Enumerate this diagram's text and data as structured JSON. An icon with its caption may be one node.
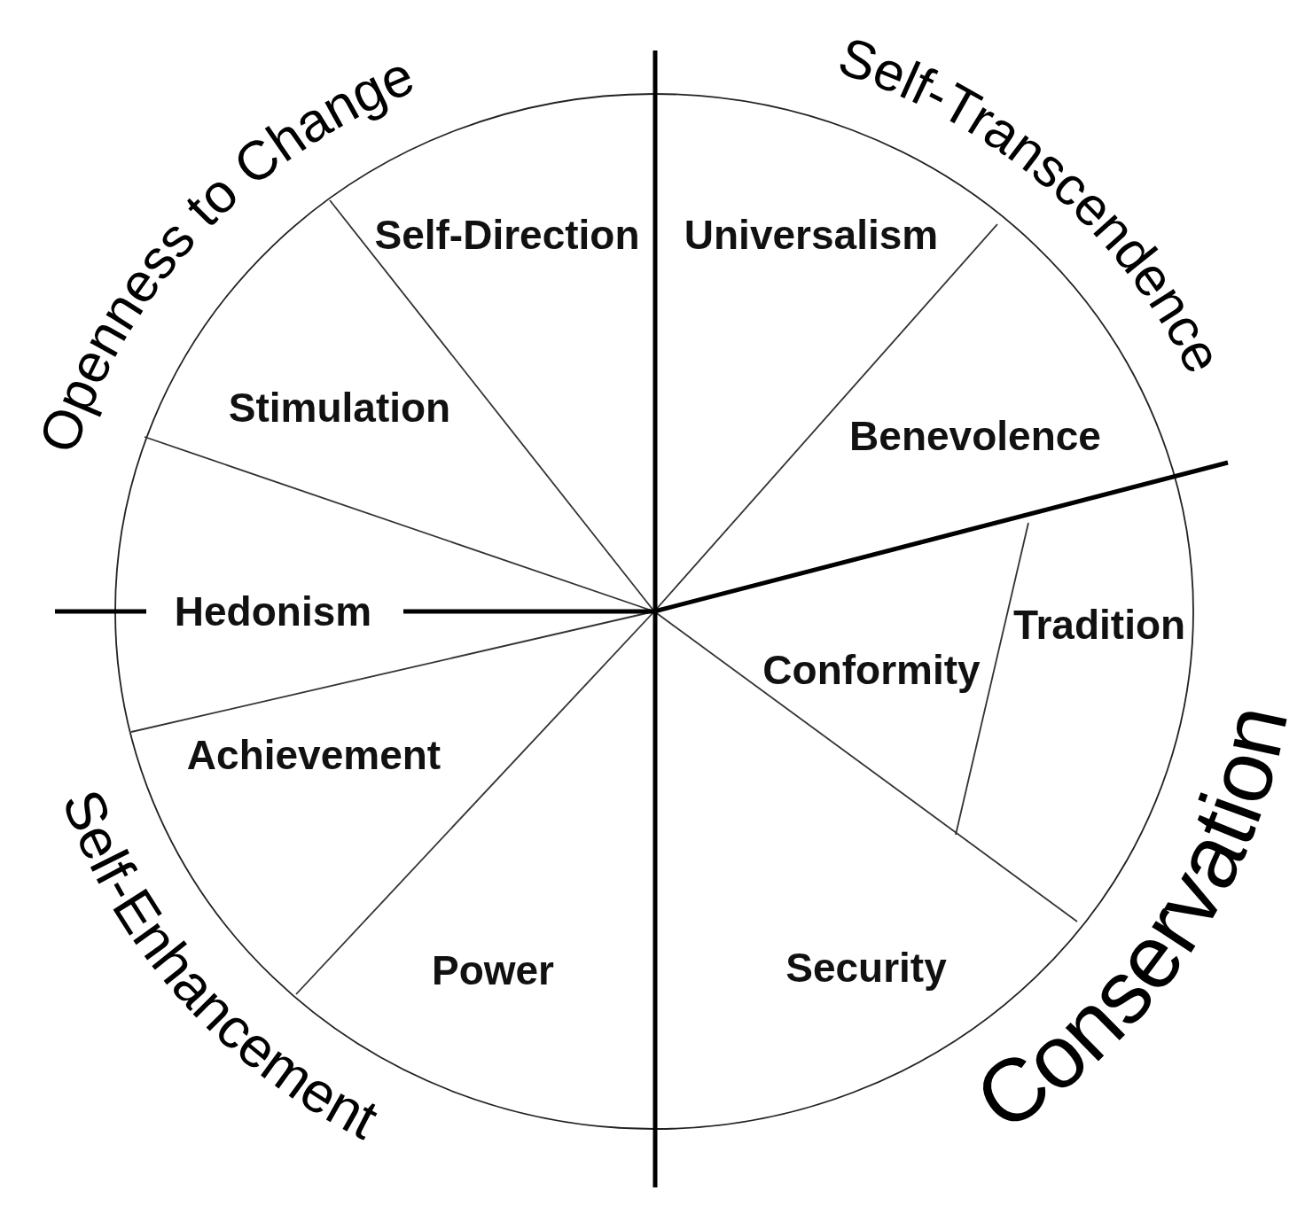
{
  "diagram": {
    "labels": [
      "Openness to Change",
      "Self-Transcendence",
      "Self-Direction",
      "Universalism",
      "Stimulation",
      "Benevolence",
      "Hedonism",
      "Tradition",
      "Conformity",
      "Achievement",
      "Self-Enhancement",
      "Power",
      "Security",
      "Conservation"
    ]
  }
}
